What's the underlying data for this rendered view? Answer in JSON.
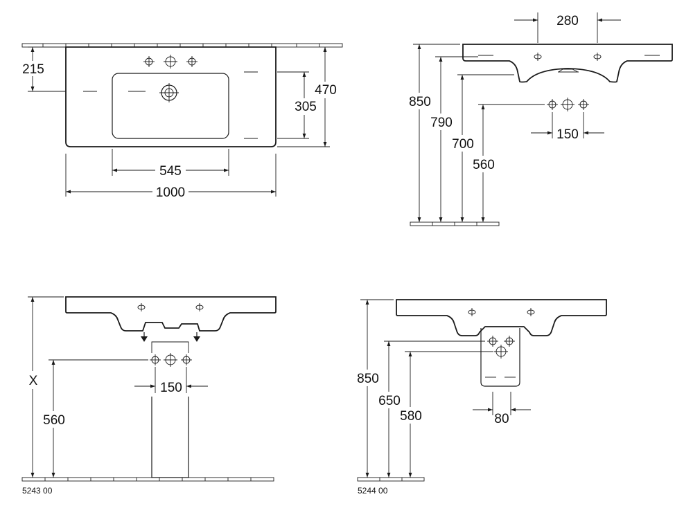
{
  "top_view": {
    "dim_215": "215",
    "dim_305": "305",
    "dim_470": "470",
    "dim_545": "545",
    "dim_1000": "1000"
  },
  "side_view": {
    "dim_280": "280",
    "dim_850": "850",
    "dim_790": "790",
    "dim_700": "700",
    "dim_560": "560",
    "dim_150": "150"
  },
  "pedestal_view": {
    "dim_x": "X",
    "dim_560": "560",
    "dim_150": "150",
    "code": "5243 00"
  },
  "semipedestal_view": {
    "dim_850": "850",
    "dim_650": "650",
    "dim_580": "580",
    "dim_80": "80",
    "code": "5244 00"
  },
  "icons": [
    "tap-hole-icon",
    "arrow-down-icon"
  ]
}
